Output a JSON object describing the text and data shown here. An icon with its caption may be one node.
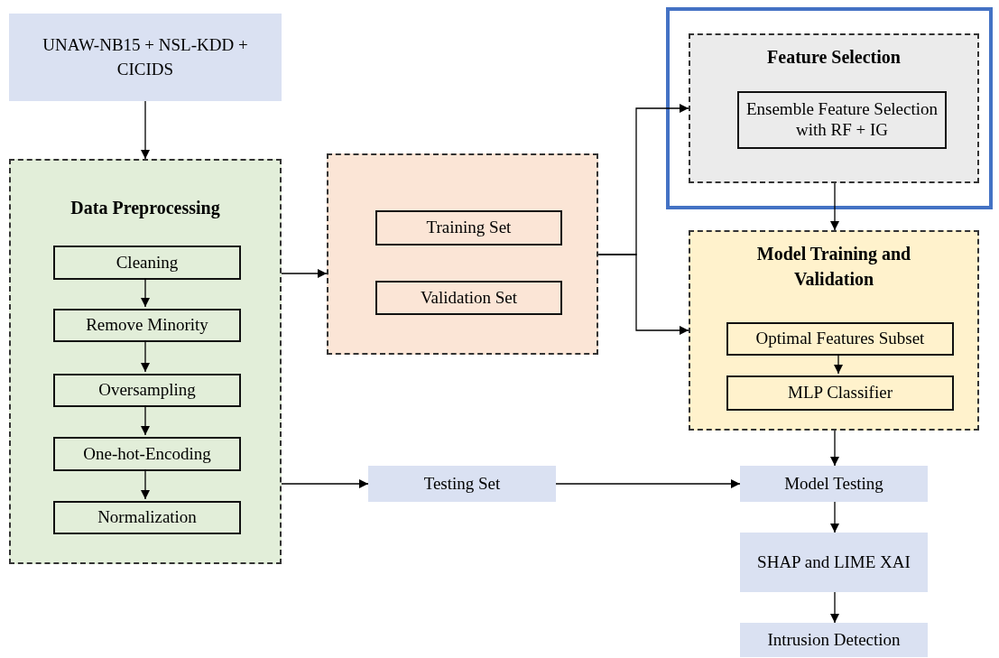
{
  "diagram": {
    "nodes": [
      {
        "text": [
          "UNAW-NB15 + NSL-KDD + CICIDS"
        ]
      },
      {
        "text": [
          "Data Preprocessing"
        ]
      },
      {
        "text": [
          "Cleaning"
        ],
        "in": 1
      },
      {
        "text": [
          "Remove Minority"
        ],
        "in": 1
      },
      {
        "text": [
          "Oversampling"
        ],
        "in": 1
      },
      {
        "text": [
          "One-hot-Encoding"
        ],
        "in": 1
      },
      {
        "text": [
          "Normalization"
        ],
        "in": 1
      },
      {
        "text": [],
        "shape": "box"
      },
      {
        "text": [
          "Training Set"
        ],
        "in": 7
      },
      {
        "text": [
          "Validation Set"
        ],
        "in": 7
      },
      {
        "text": [
          "Feature Selection"
        ]
      },
      {
        "text": [
          "Ensemble Feature Selection with RF + IG"
        ],
        "in": 10
      },
      {
        "text": [
          "Model Training and Validation"
        ]
      },
      {
        "text": [
          "Optimal Features Subset"
        ],
        "in": 12
      },
      {
        "text": [
          "MLP Classifier"
        ],
        "in": 12
      },
      {
        "text": [
          "Testing Set"
        ]
      },
      {
        "text": [
          "Model Testing"
        ]
      },
      {
        "text": [
          "SHAP and LIME XAI"
        ]
      },
      {
        "text": [
          "Intrusion Detection"
        ]
      }
    ],
    "edges": [
      {
        "from": 0,
        "to": 1,
        "arrow": "to"
      },
      {
        "from": 2,
        "to": 3,
        "arrow": "to"
      },
      {
        "from": 3,
        "to": 4,
        "arrow": "to"
      },
      {
        "from": 4,
        "to": 5,
        "arrow": "to"
      },
      {
        "from": 5,
        "to": 6,
        "arrow": "to"
      },
      {
        "from": 1,
        "to": 7,
        "arrow": "to"
      },
      {
        "from": 7,
        "to": 10,
        "arrow": "to"
      },
      {
        "from": 7,
        "to": 12,
        "arrow": "to"
      },
      {
        "from": 10,
        "to": 12,
        "arrow": "to"
      },
      {
        "from": 13,
        "to": 14,
        "arrow": "to"
      },
      {
        "from": 1,
        "to": 15,
        "arrow": "to"
      },
      {
        "from": 15,
        "to": 16,
        "arrow": "to"
      },
      {
        "from": 12,
        "to": 16,
        "arrow": "to"
      },
      {
        "from": 16,
        "to": 17,
        "arrow": "to"
      },
      {
        "from": 17,
        "to": 18,
        "arrow": "to"
      }
    ]
  }
}
